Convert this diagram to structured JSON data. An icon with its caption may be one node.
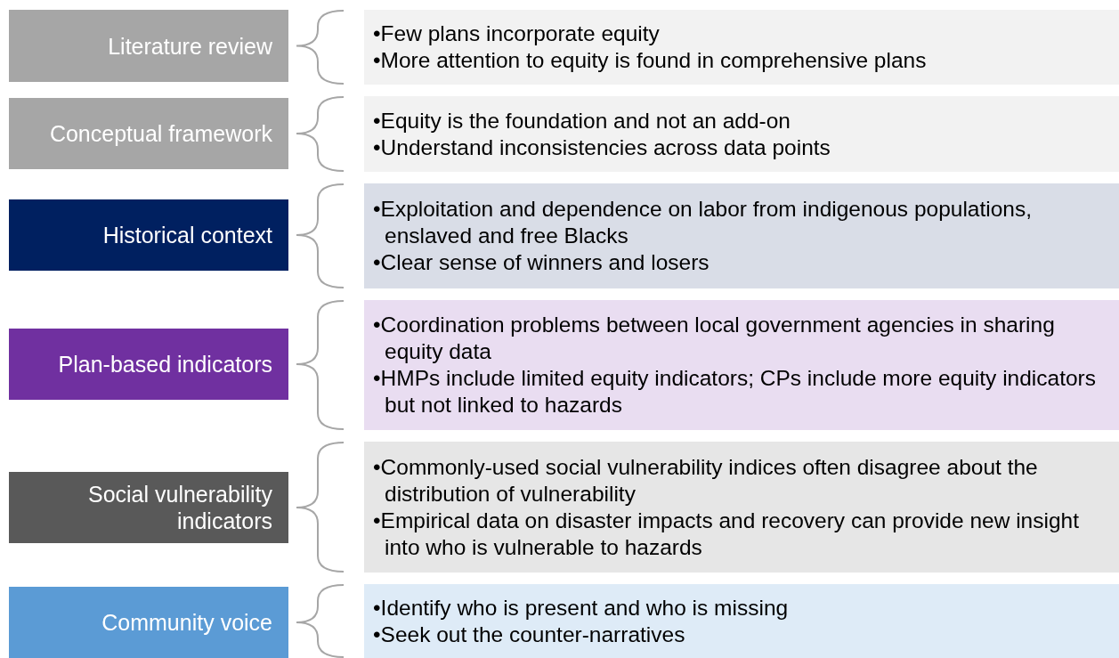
{
  "diagram": {
    "nodes": [
      {
        "text": [
          "Literature review"
        ]
      },
      {
        "text": [
          "•Few plans incorporate equity",
          "•More attention to equity is found in comprehensive plans"
        ]
      },
      {
        "text": [
          "Conceptual framework"
        ]
      },
      {
        "text": [
          "•Equity is the foundation and not an add-on",
          "•Understand inconsistencies across data points"
        ]
      },
      {
        "text": [
          "Historical context"
        ]
      },
      {
        "text": [
          "•Exploitation and dependence on labor from indigenous populations, enslaved and free Blacks",
          "•Clear sense of winners and losers"
        ]
      },
      {
        "text": [
          "Plan-based indicators"
        ]
      },
      {
        "text": [
          "•Coordination problems between local government agencies in sharing equity data",
          "•HMPs include limited equity indicators; CPs include more equity indicators but not linked to hazards"
        ]
      },
      {
        "text": [
          "Social vulnerability indicators"
        ]
      },
      {
        "text": [
          "•Commonly-used social vulnerability indices often disagree about the distribution of vulnerability",
          "•Empirical data on disaster impacts and recovery can provide new insight into who is vulnerable to hazards"
        ]
      },
      {
        "text": [
          "Community voice"
        ]
      },
      {
        "text": [
          "•Identify who is present and who is missing",
          "•Seek out the counter-narratives"
        ]
      }
    ]
  }
}
